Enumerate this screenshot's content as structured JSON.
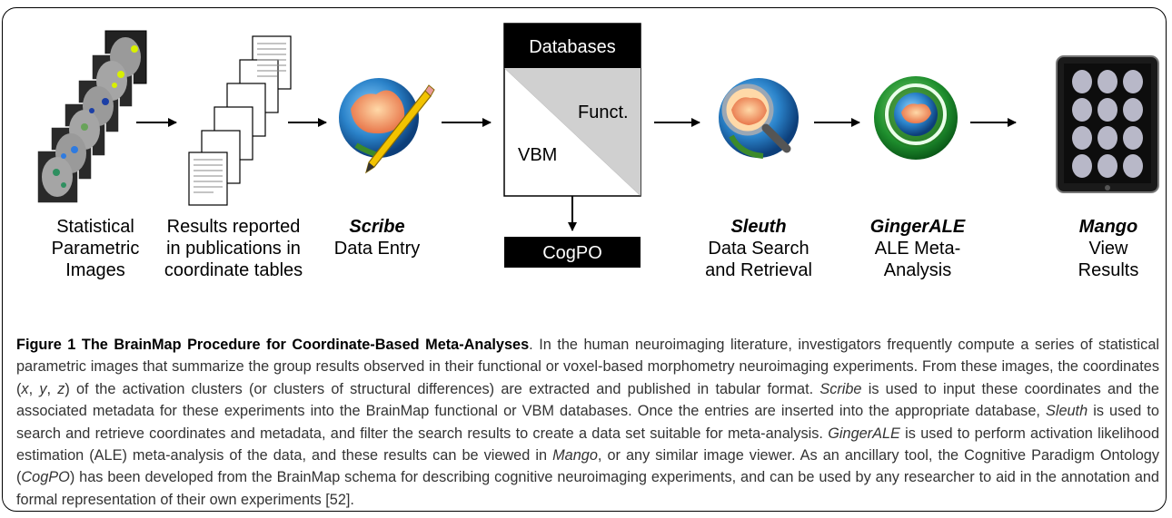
{
  "diagram": {
    "databases_header": "Databases",
    "funct_label": "Funct.",
    "vbm_label": "VBM",
    "cogpo_label": "CogPO",
    "steps": [
      {
        "title": "",
        "lines": [
          "Statistical",
          "Parametric",
          "Images"
        ]
      },
      {
        "title": "",
        "lines": [
          "Results reported",
          "in publications in",
          "coordinate tables"
        ]
      },
      {
        "title": "Scribe",
        "lines": [
          "Data Entry"
        ]
      },
      {
        "title": "Sleuth",
        "lines": [
          "Data Search",
          "and Retrieval"
        ]
      },
      {
        "title": "GingerALE",
        "lines": [
          "ALE Meta-",
          "Analysis"
        ]
      },
      {
        "title": "Mango",
        "lines": [
          "View",
          "Results"
        ]
      }
    ]
  },
  "caption": {
    "figure_label": "Figure 1 The BrainMap Procedure for Coordinate-Based Meta-Analyses",
    "p1": ". In the human neuroimaging literature, investigators frequently compute a series of statistical parametric images that summarize the group results observed in their functional or voxel-based morphometry neuroimaging experiments. From these images, the coordinates (",
    "x": "x",
    "c1": ", ",
    "y": "y",
    "c2": ", ",
    "z": "z",
    "p2": ") of the activation clusters (or clusters of structural differences) are extracted and published in tabular format. ",
    "scribe": "Scribe",
    "p3": " is used to input these coordinates and the associated metadata for these experiments into the BrainMap functional or VBM databases. Once the entries are inserted into the appropriate database, ",
    "sleuth": "Sleuth",
    "p4": " is used to search and retrieve coordinates and metadata, and filter the search results to create a data set suitable for meta-analysis. ",
    "gingerale": "GingerALE",
    "p5": " is used to perform activation likelihood estimation (ALE) meta-analysis of the data, and these results can be viewed in ",
    "mango": "Mango",
    "p6": ", or any similar image viewer. As an ancillary tool, the Cognitive Paradigm Ontology (",
    "cogpo": "CogPO",
    "p7": ") has been developed from the BrainMap schema for describing cognitive neuroimaging experiments, and can be used by any researcher to aid in the annotation and formal representation of their own experiments [52]."
  }
}
